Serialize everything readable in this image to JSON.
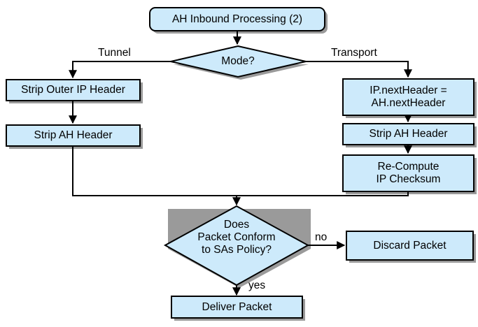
{
  "diagram": {
    "title": "AH Inbound Processing (2)",
    "fill_color": "#cdeafb",
    "stroke_color": "#000000",
    "shadow_color": "#9a9a9a",
    "background_color": "#ffffff",
    "text_color": "#000000",
    "nodes": [
      {
        "id": "start",
        "shape": "rounded-rect",
        "label": "AH Inbound Processing (2)"
      },
      {
        "id": "mode",
        "shape": "diamond",
        "label": "Mode?"
      },
      {
        "id": "strip-outer-ip",
        "shape": "rect",
        "label": "Strip Outer IP Header"
      },
      {
        "id": "strip-ah-tunnel",
        "shape": "rect",
        "label": "Strip AH Header"
      },
      {
        "id": "next-header",
        "shape": "rect",
        "label": "IP.nextHeader =\nAH.nextHeader"
      },
      {
        "id": "strip-ah-transport",
        "shape": "rect",
        "label": "Strip AH Header"
      },
      {
        "id": "recompute",
        "shape": "rect",
        "label": "Re-Compute\nIP Checksum"
      },
      {
        "id": "conform",
        "shape": "diamond",
        "label": "Does\nPacket Conform\nto SAs Policy?"
      },
      {
        "id": "discard",
        "shape": "rect",
        "label": "Discard Packet"
      },
      {
        "id": "deliver",
        "shape": "rect",
        "label": "Deliver Packet"
      }
    ],
    "edge_labels": {
      "tunnel": "Tunnel",
      "transport": "Transport",
      "no": "no",
      "yes": "yes"
    }
  }
}
